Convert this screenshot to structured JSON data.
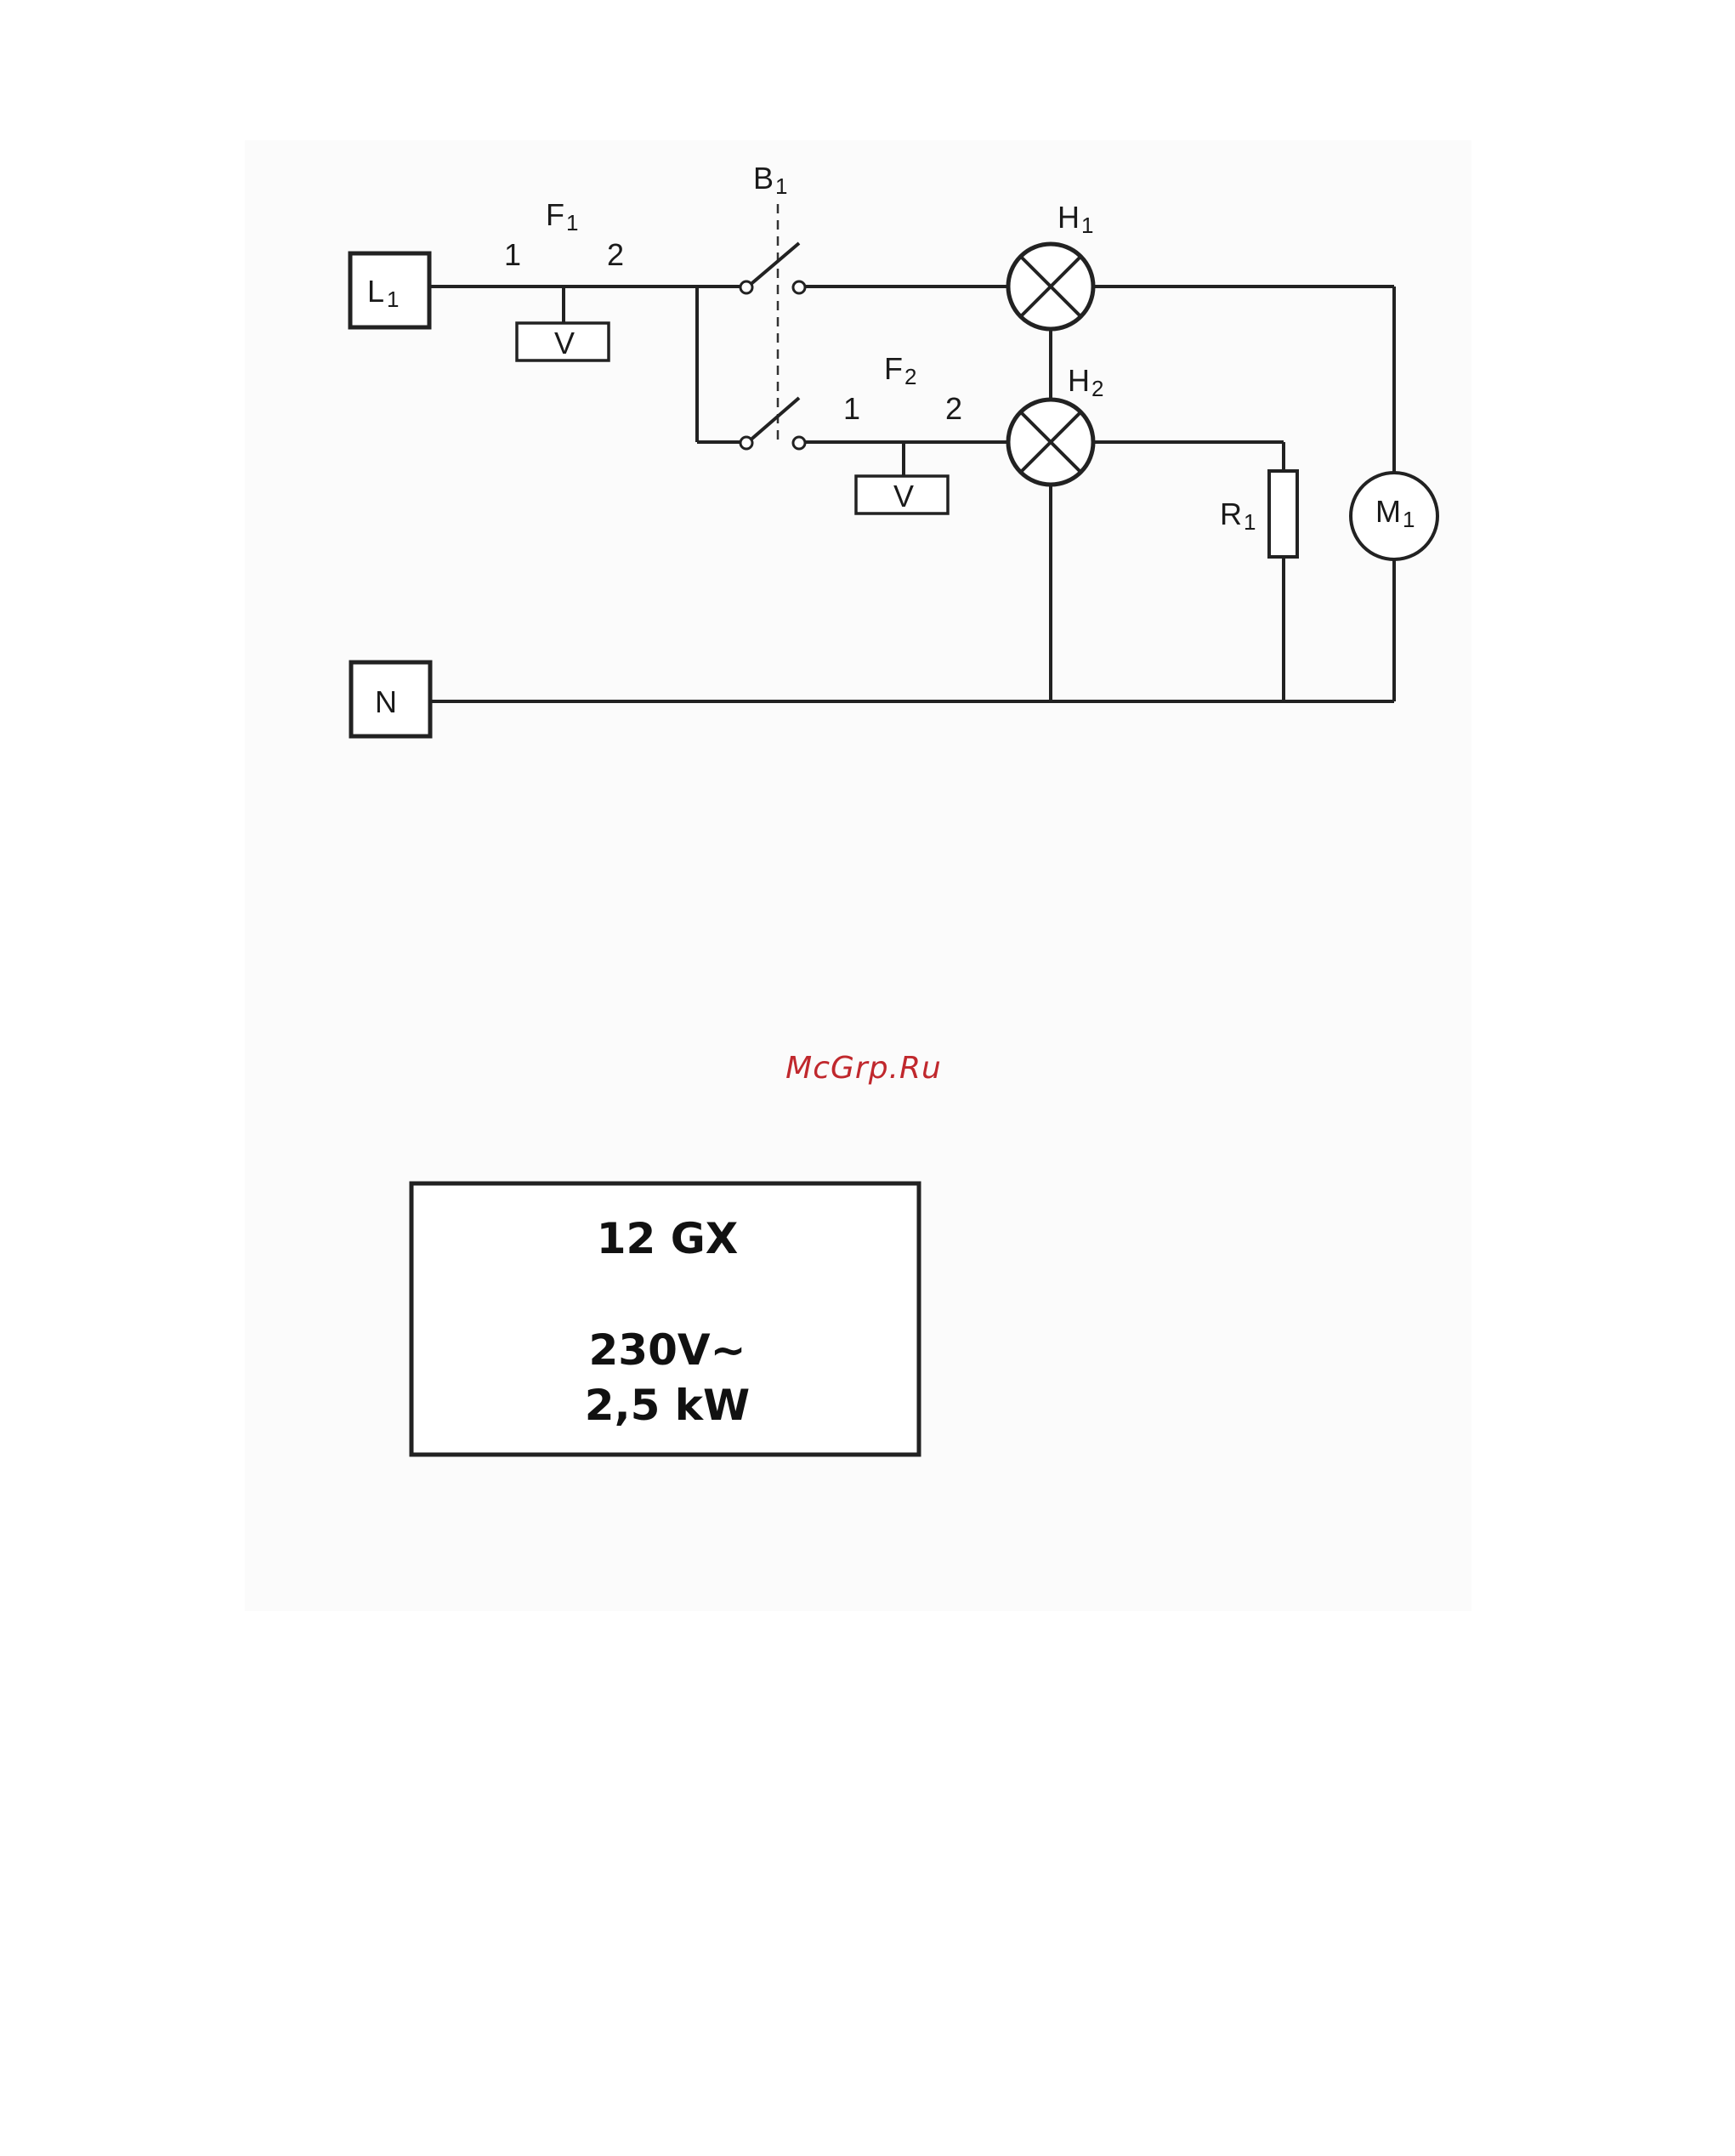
{
  "diagram": {
    "terminals": {
      "line": "L",
      "line_sub": "1",
      "neutral": "N"
    },
    "fuse1": {
      "label": "F",
      "sub": "1",
      "pin1": "1",
      "pin2": "2",
      "meter": "V"
    },
    "fuse2": {
      "label": "F",
      "sub": "2",
      "pin1": "1",
      "pin2": "2",
      "meter": "V"
    },
    "switch": {
      "label": "B",
      "sub": "1"
    },
    "lamp1": {
      "label": "H",
      "sub": "1"
    },
    "lamp2": {
      "label": "H",
      "sub": "2"
    },
    "resistor": {
      "label": "R",
      "sub": "1"
    },
    "motor": {
      "label": "M",
      "sub": "1"
    }
  },
  "watermark": "McGrp.Ru",
  "nameplate": {
    "model": "12 GX",
    "voltage": "230V~",
    "power": "2,5 kW"
  }
}
